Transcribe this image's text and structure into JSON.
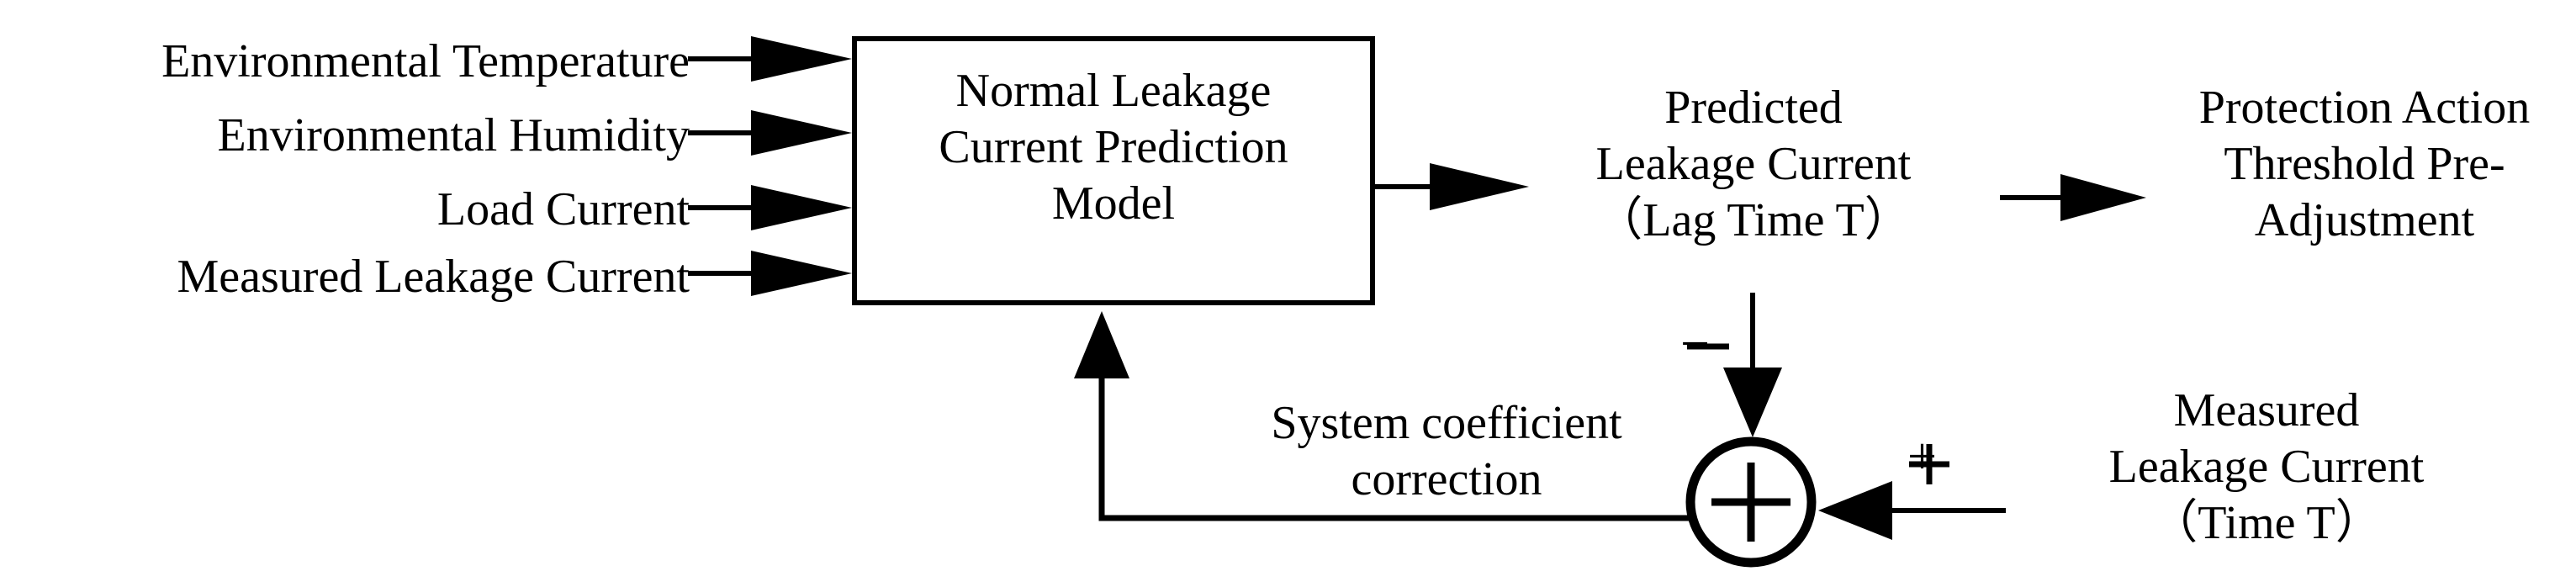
{
  "diagram": {
    "title_hidden": "",
    "colors": {
      "stroke": "#000000",
      "background": "#ffffff",
      "text": "#000000"
    },
    "inputs": [
      {
        "label": "Environmental Temperature"
      },
      {
        "label": "Environmental Humidity"
      },
      {
        "label": "Load Current"
      },
      {
        "label": "Measured Leakage Current"
      }
    ],
    "model_block": {
      "label": "Normal Leakage\nCurrent Prediction\nModel"
    },
    "predicted_output": {
      "label": "Predicted\nLeakage Current\n（Lag Time T）"
    },
    "final_output": {
      "label": "Protection Action\nThreshold Pre-\nAdjustment"
    },
    "summing_junction": {
      "operator": "+",
      "minus_sign": "−",
      "plus_sign": "+"
    },
    "feedback": {
      "label": "System coefficient\ncorrection"
    },
    "measured_feedback": {
      "label": "Measured\nLeakage Current\n（Time T）"
    }
  }
}
